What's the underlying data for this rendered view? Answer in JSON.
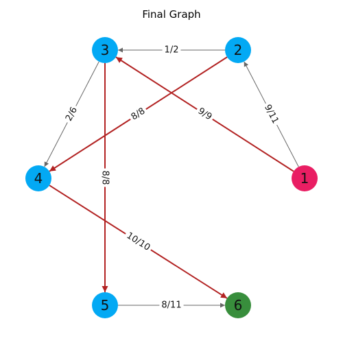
{
  "title": "Final Graph",
  "colors": {
    "source": "#E91E63",
    "sink": "#388E3C",
    "default_node": "#03A9F4",
    "saturated_edge": "#B22222",
    "normal_edge": "#666666"
  },
  "nodes": [
    {
      "id": "1",
      "label": "1",
      "role": "source"
    },
    {
      "id": "2",
      "label": "2",
      "role": "normal"
    },
    {
      "id": "3",
      "label": "3",
      "role": "normal"
    },
    {
      "id": "4",
      "label": "4",
      "role": "normal"
    },
    {
      "id": "5",
      "label": "5",
      "role": "normal"
    },
    {
      "id": "6",
      "label": "6",
      "role": "sink"
    }
  ],
  "edges": [
    {
      "from": "1",
      "to": "2",
      "label": "9/11",
      "saturated": false
    },
    {
      "from": "1",
      "to": "3",
      "label": "9/9",
      "saturated": true
    },
    {
      "from": "2",
      "to": "3",
      "label": "1/2",
      "saturated": false
    },
    {
      "from": "2",
      "to": "4",
      "label": "8/8",
      "saturated": true
    },
    {
      "from": "3",
      "to": "4",
      "label": "2/6",
      "saturated": false
    },
    {
      "from": "3",
      "to": "5",
      "label": "8/8",
      "saturated": true
    },
    {
      "from": "4",
      "to": "6",
      "label": "10/10",
      "saturated": true
    },
    {
      "from": "5",
      "to": "6",
      "label": "8/11",
      "saturated": false
    }
  ]
}
